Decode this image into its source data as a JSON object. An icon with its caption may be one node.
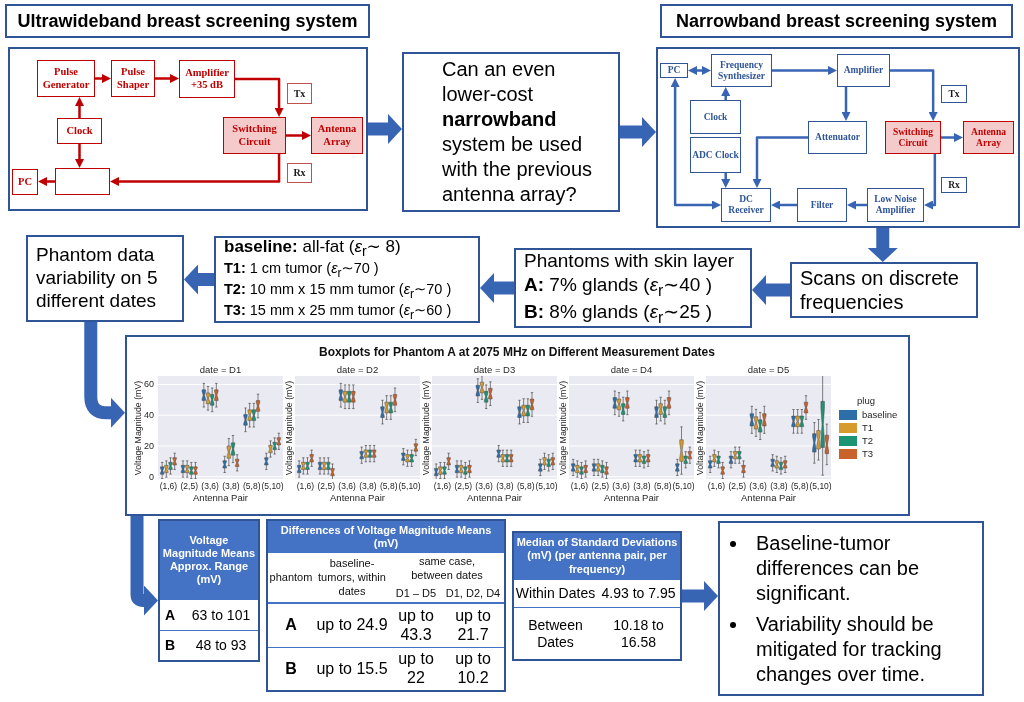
{
  "diagram": {
    "nodes": [
      {
        "text": [
          "Ultrawideband breast screening system"
        ]
      },
      {
        "text": [],
        "shape": "box"
      },
      {
        "text": [
          "Pulse Generator"
        ],
        "in": 1
      },
      {
        "text": [
          "Pulse Shaper"
        ],
        "in": 1
      },
      {
        "text": [
          "Amplifier +35 dB"
        ],
        "in": 1
      },
      {
        "text": [
          "Tx"
        ],
        "in": 1
      },
      {
        "text": [
          "Clock"
        ],
        "in": 1
      },
      {
        "text": [
          "Switching Circuit"
        ],
        "in": 1
      },
      {
        "text": [
          "Antenna Array"
        ],
        "in": 1
      },
      {
        "text": [
          "Rx"
        ],
        "in": 1
      },
      {
        "text": [
          "PC"
        ],
        "in": 1
      },
      {
        "text": [],
        "shape": "box",
        "in": 1
      },
      {
        "text": [
          "Can an even lower-cost **narrowband** system be used with the previous antenna array?"
        ]
      },
      {
        "text": [
          "Narrowband breast screening system"
        ]
      },
      {
        "text": [],
        "shape": "box"
      },
      {
        "text": [
          "PC"
        ],
        "in": 14
      },
      {
        "text": [
          "Frequency Synthesizer"
        ],
        "in": 14
      },
      {
        "text": [
          "Amplifier"
        ],
        "in": 14
      },
      {
        "text": [
          "Tx"
        ],
        "in": 14
      },
      {
        "text": [
          "Clock"
        ],
        "in": 14
      },
      {
        "text": [
          "ADC Clock"
        ],
        "in": 14
      },
      {
        "text": [
          "Attenuator"
        ],
        "in": 14
      },
      {
        "text": [
          "Switching Circuit"
        ],
        "in": 14
      },
      {
        "text": [
          "Antenna Array"
        ],
        "in": 14
      },
      {
        "text": [
          "Rx"
        ],
        "in": 14
      },
      {
        "text": [
          "DC Receiver"
        ],
        "in": 14
      },
      {
        "text": [
          "Filter"
        ],
        "in": 14
      },
      {
        "text": [
          "Low Noise Amplifier"
        ],
        "in": 14
      },
      {
        "text": [
          "Phantom data variability on 5 different dates"
        ]
      },
      {
        "text": [
          "**baseline:** all-fat (*ε*$_{r}$∼ 8)",
          "**T1:** 1 cm tumor (*ε*$_{r}$∼70 )",
          "**T2:** 10 mm x 15 mm tumor (*ε*$_{r}$∼70 )",
          "**T3:** 15 mm x 25 mm tumor (*ε*$_{r}$∼60 )"
        ]
      },
      {
        "text": [
          "Phantoms with skin layer",
          "**A:** 7% glands (*ε*$_{r}$∼40 )",
          "**B:** 8% glands (*ε*$_{r}$∼25 )"
        ]
      },
      {
        "text": [
          "Scans on discrete frequencies"
        ]
      },
      {
        "text": [
          "Boxplots for Phantom A at 2075 MHz on Different Measurement Dates"
        ]
      },
      {
        "text": [
          "Voltage Magnitude Means Approx. Range (mV)",
          "A",
          "63 to 101",
          "B",
          "48 to 93"
        ]
      },
      {
        "text": [
          "Differences of Voltage Magnitude Means (mV)",
          "phantom",
          "baseline-tumors, within dates",
          "same case, between dates",
          "D1 – D5",
          "D1, D2, D4",
          "A",
          "up to 24.9",
          "up to 43.3",
          "up to 21.7",
          "B",
          "up to 15.5",
          "up to 22",
          "up to 10.2"
        ]
      },
      {
        "text": [
          "Median of Standard Deviations (mV) (per antenna pair, per frequency)",
          "Within Dates",
          "4.93 to 7.95",
          "Between Dates",
          "10.18 to 16.58"
        ]
      },
      {
        "text": [
          "Baseline-tumor differences can be significant.",
          "Variability should be mitigated for tracking changes over time."
        ]
      }
    ],
    "edges": [
      {
        "from": 2,
        "to": 3,
        "arrow": "to",
        "color": "#c00000"
      },
      {
        "from": 3,
        "to": 4,
        "arrow": "to",
        "color": "#c00000"
      },
      {
        "from": 4,
        "to": 7,
        "arrow": "to",
        "color": "#c00000"
      },
      {
        "from": 6,
        "to": 2,
        "arrow": "to",
        "color": "#c00000"
      },
      {
        "from": 6,
        "to": 11,
        "arrow": "to",
        "color": "#c00000"
      },
      {
        "from": 7,
        "to": 8,
        "arrow": "to",
        "color": "#c00000"
      },
      {
        "from": 7,
        "to": 11,
        "arrow": "to",
        "color": "#c00000"
      },
      {
        "from": 11,
        "to": 10,
        "arrow": "to",
        "color": "#c00000"
      },
      {
        "from": 1,
        "to": 12,
        "arrow": "to",
        "style": "thick"
      },
      {
        "from": 12,
        "to": 14,
        "arrow": "to",
        "style": "thick"
      },
      {
        "from": 15,
        "to": 16,
        "arrow": "both"
      },
      {
        "from": 16,
        "to": 17,
        "arrow": "to"
      },
      {
        "from": 17,
        "to": 22,
        "arrow": "to"
      },
      {
        "from": 17,
        "to": 21,
        "arrow": "to"
      },
      {
        "from": 19,
        "to": 16,
        "arrow": "to"
      },
      {
        "from": 20,
        "to": 25,
        "arrow": "to"
      },
      {
        "from": 21,
        "to": 25,
        "arrow": "to"
      },
      {
        "from": 22,
        "to": 23,
        "arrow": "to"
      },
      {
        "from": 22,
        "to": 27,
        "arrow": "to"
      },
      {
        "from": 27,
        "to": 26,
        "arrow": "to"
      },
      {
        "from": 26,
        "to": 25,
        "arrow": "to"
      },
      {
        "from": 15,
        "to": 25,
        "arrow": "both"
      },
      {
        "from": 14,
        "to": 31,
        "arrow": "to",
        "style": "thick"
      },
      {
        "from": 31,
        "to": 30,
        "arrow": "to",
        "style": "thick"
      },
      {
        "from": 30,
        "to": 29,
        "arrow": "to",
        "style": "thick"
      },
      {
        "from": 29,
        "to": 28,
        "arrow": "to",
        "style": "thick"
      },
      {
        "from": 28,
        "to": 32,
        "arrow": "to",
        "style": "thick"
      },
      {
        "from": 32,
        "to": 33,
        "arrow": "to",
        "style": "thick"
      },
      {
        "from": 35,
        "to": 36,
        "arrow": "to",
        "style": "thick"
      }
    ],
    "labels": [
      "date = D1",
      "60",
      "40",
      "20",
      "0",
      "Voltage Magnitude (mV)",
      "(1,6)",
      "(2,5)",
      "(3,6)",
      "(3,8)",
      "(5,8)",
      "(5,10)",
      "Antenna Pair",
      "date = D2",
      "Voltage Magnitude (mV)",
      "(1,6)",
      "(2,5)",
      "(3,6)",
      "(3,8)",
      "(5,8)",
      "(5,10)",
      "Antenna Pair",
      "date = D3",
      "Voltage Magnitude (mV)",
      "(1,6)",
      "(2,5)",
      "(3,6)",
      "(3,8)",
      "(5,8)",
      "(5,10)",
      "Antenna Pair",
      "date = D4",
      "Voltage Magnitude (mV)",
      "(1,6)",
      "(2,5)",
      "(3,6)",
      "(3,8)",
      "(5,8)",
      "(5,10)",
      "Antenna Pair",
      "date = D5",
      "Voltage Magnitude (mV)",
      "(1,6)",
      "(2,5)",
      "(3,6)",
      "(3,8)",
      "(5,8)",
      "(5,10)",
      "Antenna Pair",
      "plug"
    ],
    "legend": [
      {
        "text": "baseline",
        "color": "#2b6ea8"
      },
      {
        "text": "T1",
        "color": "#d79a2e"
      },
      {
        "text": "T2",
        "color": "#1a9473"
      },
      {
        "text": "T3",
        "color": "#c8612a"
      }
    ]
  }
}
